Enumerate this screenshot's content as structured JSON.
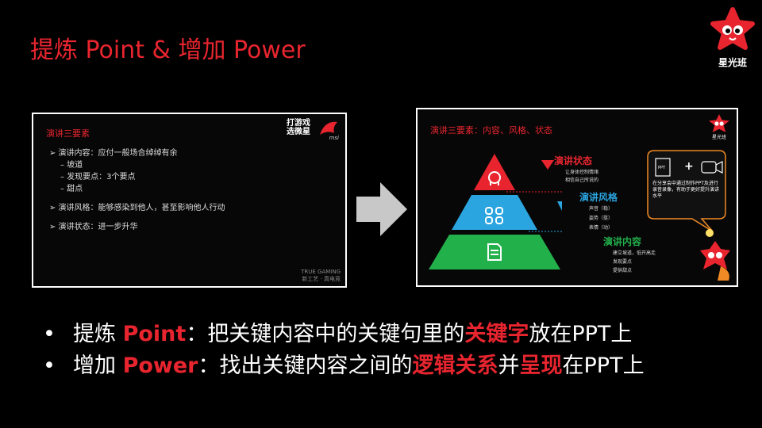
{
  "title": "提炼 Point & 增加 Power",
  "brand": {
    "name": "星光班"
  },
  "left_slide": {
    "title": "演讲三要素",
    "badge": [
      "打游戏",
      "选微星"
    ],
    "badge_brand": "msi",
    "items": [
      {
        "text": "➢  演讲内容：应付一般场合绰绰有余",
        "subitems": [
          "–   坡道",
          "–   发现要点：3个要点",
          "–   甜点"
        ]
      },
      {
        "text": "➢  演讲风格：能够感染到他人，甚至影响他人行动",
        "subitems": []
      },
      {
        "text": "➢  演讲状态：进一步升华",
        "subitems": []
      }
    ],
    "footer": [
      "TRUE GAMING",
      "新工艺 · 真电竞"
    ]
  },
  "right_slide": {
    "title": "演讲三要素：内容、风格、状态",
    "levels": [
      {
        "name": "演讲状态",
        "color": "#e8252f",
        "items": [
          "让身体控制情绪",
          "相信自己所说的"
        ]
      },
      {
        "name": "演讲风格",
        "color": "#2aa5e0",
        "items": [
          "声音（稳）",
          "姿势（挺）",
          "表情（动）"
        ]
      },
      {
        "name": "演讲内容",
        "color": "#22b04b",
        "items": [
          "建立坡道，低开高走",
          "发现要点",
          "提供甜点"
        ]
      }
    ],
    "bubble_icons": [
      "PPT",
      "+"
    ],
    "bubble_text": "在分享会中通过制作PPT及进行录音录像，有助于更好提升演讲水平",
    "brand": "星光班"
  },
  "bullets": [
    {
      "pre": "提炼 ",
      "key": "Point",
      "mid1": "：把关键内容中的关键句里的",
      "hl1": "关键字",
      "mid2": "放在PPT上",
      "hl2": "",
      "post": ""
    },
    {
      "pre": "增加 ",
      "key": "Power",
      "mid1": "：找出关键内容之间的",
      "hl1": "逻辑关系",
      "mid2": "并",
      "hl2": "呈现",
      "post": "在PPT上"
    }
  ],
  "colors": {
    "accent": "#e8252f",
    "blue": "#2aa5e0",
    "green": "#22b04b"
  }
}
